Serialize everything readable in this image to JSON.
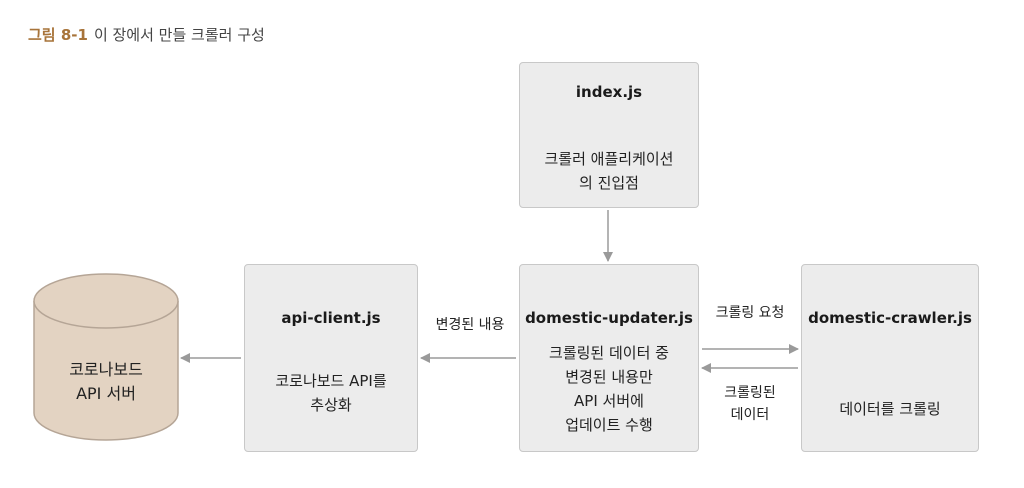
{
  "caption": {
    "number": "그림 8-1",
    "text": "이 장에서 만들 크롤러 구성"
  },
  "boxes": {
    "index": {
      "title": "index.js",
      "desc_line1": "크롤러 애플리케이션",
      "desc_line2": "의 진입점"
    },
    "updater": {
      "title": "domestic-updater.js",
      "desc_line1": "크롤링된 데이터 중",
      "desc_line2": "변경된 내용만",
      "desc_line3": "API 서버에",
      "desc_line4": "업데이트 수행"
    },
    "api_client": {
      "title": "api-client.js",
      "desc_line1": "코로나보드 API를",
      "desc_line2": "추상화"
    },
    "crawler": {
      "title": "domestic-crawler.js",
      "desc_line1": "데이터를 크롤링"
    }
  },
  "database": {
    "line1": "코로나보드",
    "line2": "API 서버",
    "fill_color": "#e3d3c2",
    "stroke_color": "#b5a596"
  },
  "edges": {
    "changed_label": "변경된 내용",
    "request_label": "크롤링 요청",
    "crawled_label_line1": "크롤링된",
    "crawled_label_line2": "데이터"
  },
  "colors": {
    "accent": "#a8743a",
    "box_fill": "#ececec",
    "box_border": "#c8c8c8",
    "arrow": "#9a9a9a"
  }
}
